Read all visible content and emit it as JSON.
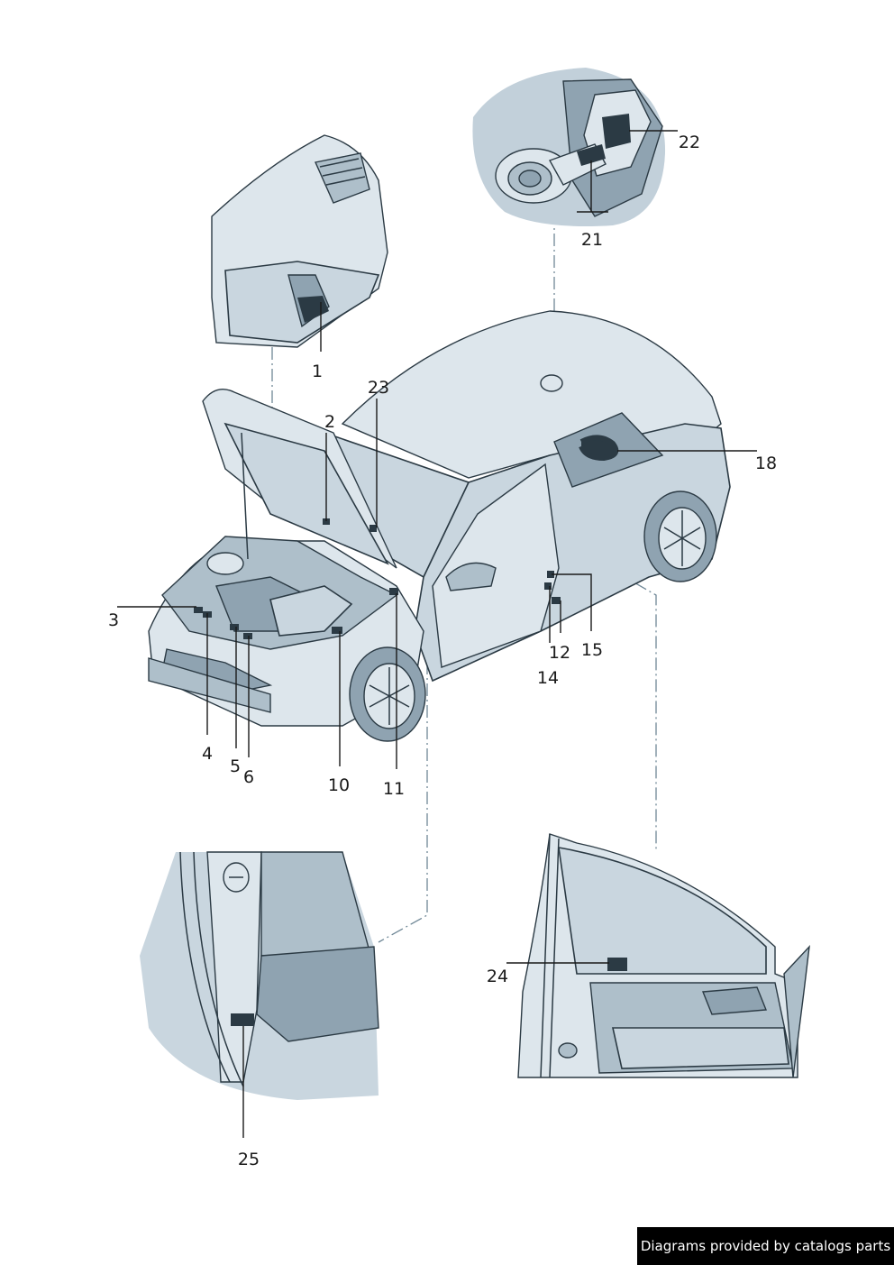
{
  "callouts": [
    "1",
    "2",
    "23",
    "3",
    "4",
    "5",
    "6",
    "10",
    "11",
    "12",
    "14",
    "15",
    "18",
    "21",
    "22",
    "24",
    "25"
  ],
  "footer": {
    "text": "Diagrams provided by catalogs parts"
  }
}
